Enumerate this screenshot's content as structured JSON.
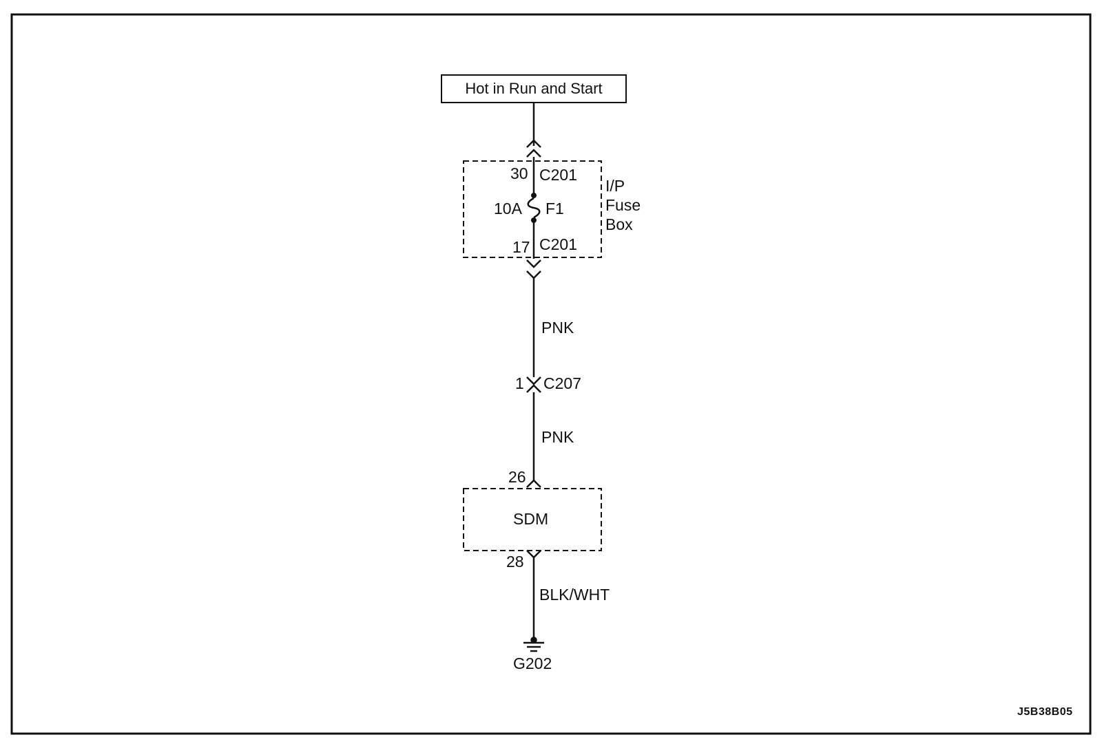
{
  "power_source": {
    "label": "Hot in Run and Start"
  },
  "fuse_box": {
    "name_lines": [
      "I/P",
      "Fuse",
      "Box"
    ],
    "top_pin": "30",
    "top_connector": "C201",
    "fuse_rating": "10A",
    "fuse_name": "F1",
    "bottom_pin": "17",
    "bottom_connector": "C201"
  },
  "wire_1": {
    "color": "PNK"
  },
  "connector_c207": {
    "pin": "1",
    "name": "C207"
  },
  "wire_2": {
    "color": "PNK"
  },
  "sdm": {
    "label": "SDM",
    "input_pin": "26",
    "output_pin": "28"
  },
  "wire_3": {
    "color": "BLK/WHT"
  },
  "ground": {
    "name": "G202"
  },
  "diagram_id": "J5B38B05"
}
